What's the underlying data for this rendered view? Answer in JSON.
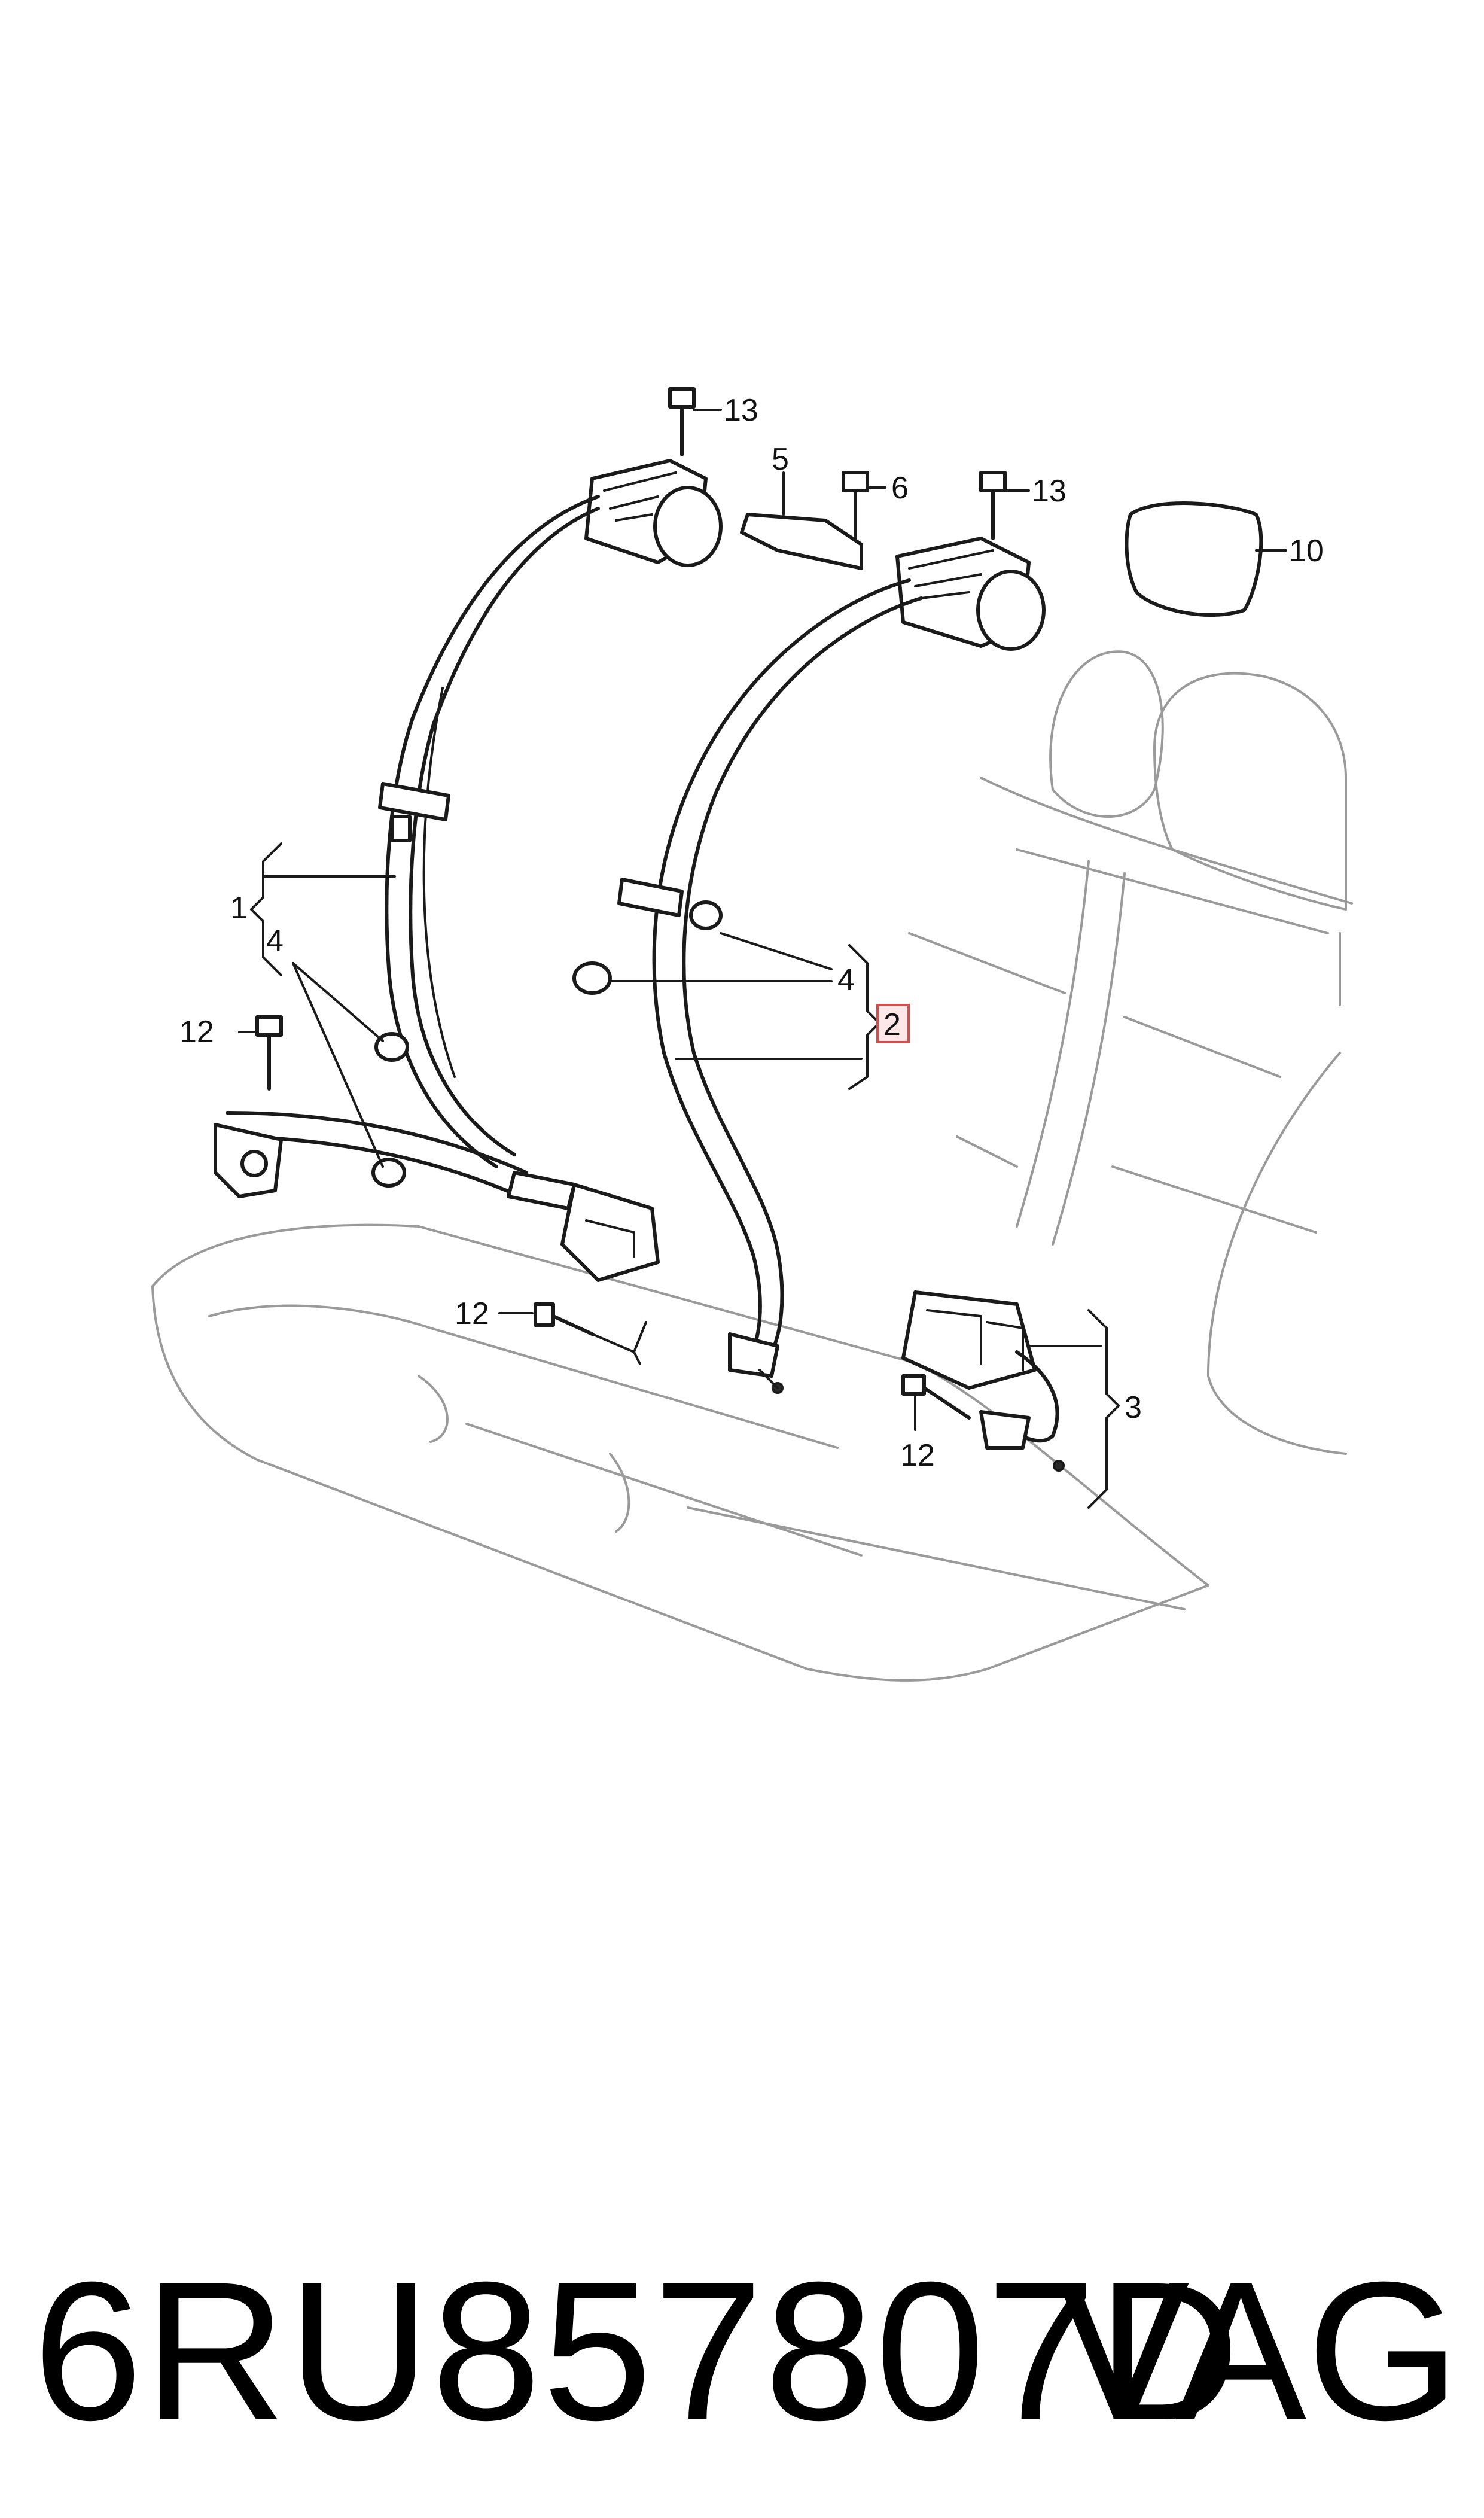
{
  "callouts": {
    "c1": "1",
    "c2": "2",
    "c3": "3",
    "c4a": "4",
    "c4b": "4",
    "c5": "5",
    "c6": "6",
    "c10": "10",
    "c12a": "12",
    "c12b": "12",
    "c12c": "12",
    "c13a": "13",
    "c13b": "13"
  },
  "highlight_color": "#d05050",
  "footer": {
    "part_number": "6RU857807D",
    "brand": "VAG"
  }
}
